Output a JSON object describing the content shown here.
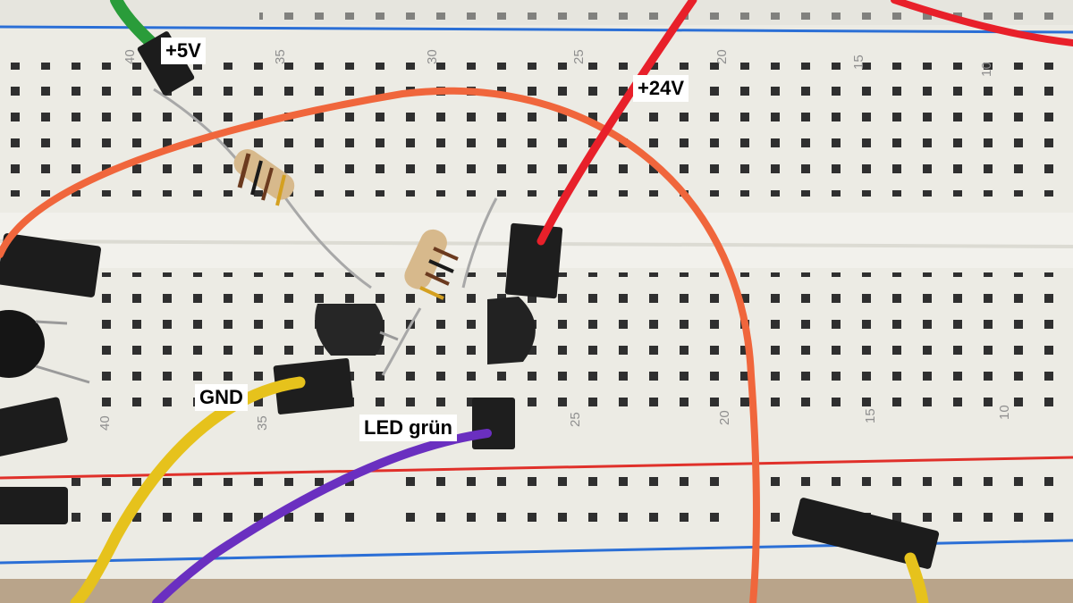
{
  "labels": {
    "plus5v": "+5V",
    "plus24v": "+24V",
    "gnd": "GND",
    "led_gruen": "LED grün"
  },
  "column_numbers": {
    "top": [
      "40",
      "35",
      "30",
      "25",
      "20",
      "15",
      "10"
    ],
    "bottom": [
      "40",
      "35",
      "25",
      "20",
      "15",
      "10"
    ]
  },
  "colors": {
    "breadboard": "#ecebe4",
    "rail_blue": "#2b6fd6",
    "rail_red": "#e0302a",
    "wire_orange": "#f0663c",
    "wire_red": "#e8202a",
    "wire_yellow": "#e6c21c",
    "wire_purple": "#6a2fc0",
    "wire_green": "#2a9c3a",
    "transistor": "#222222",
    "resistor": "#d7b98c"
  }
}
